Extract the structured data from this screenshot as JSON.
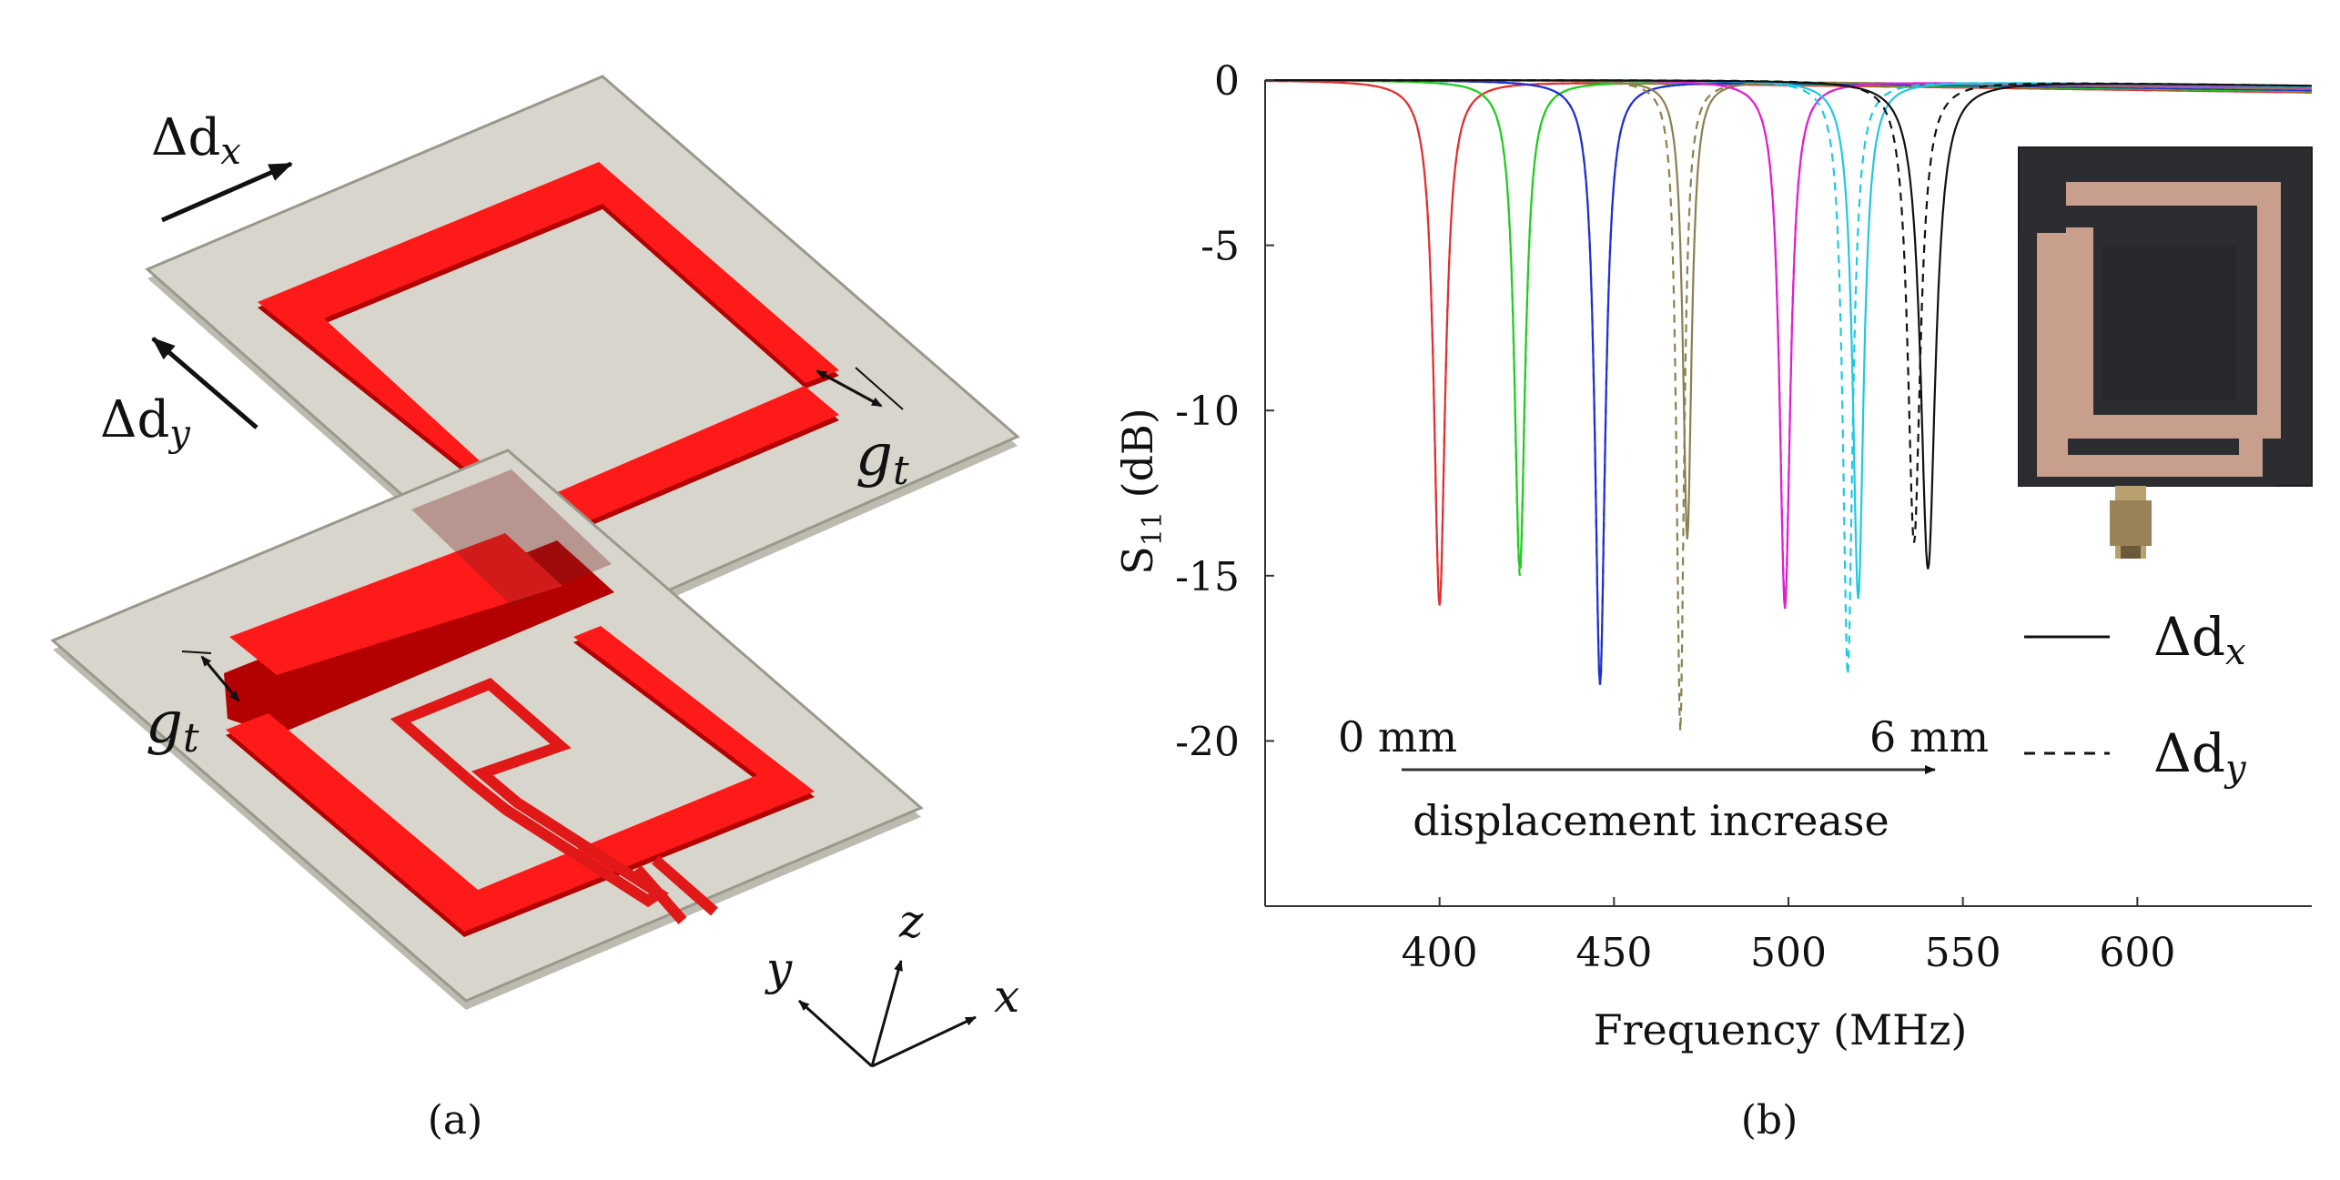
{
  "panel_a": {
    "caption": "(a)",
    "dx_label": "Δd",
    "dx_sub": "x",
    "dy_label": "Δd",
    "dy_sub": "y",
    "gap_label": "g",
    "gap_sub": "t",
    "axis_x": "x",
    "axis_y": "y",
    "axis_z": "z",
    "colors": {
      "substrate": "#d8d6cc",
      "conductor": "#ff1a1a",
      "edge": "#9a988c"
    }
  },
  "panel_b": {
    "caption": "(b)",
    "annotation_start": "0 mm",
    "annotation_end": "6 mm",
    "annotation_text": "displacement increase",
    "legend": [
      {
        "main": "Δd",
        "sub": "x",
        "style": "solid"
      },
      {
        "main": "Δd",
        "sub": "y",
        "style": "dashed"
      }
    ],
    "photo_icon": "antenna-photo-inset"
  },
  "chart_data": {
    "type": "line",
    "xlabel": "Frequency (MHz)",
    "ylabel_main": "S",
    "ylabel_sub": "11",
    "ylabel_unit": " (dB)",
    "xlim": [
      350,
      650
    ],
    "ylim": [
      -25,
      0
    ],
    "xticks": [
      400,
      450,
      500,
      550,
      600
    ],
    "yticks": [
      0,
      -5,
      -10,
      -15,
      -20
    ],
    "ytick_labels": [
      "0",
      "-5",
      "-10",
      "-15",
      "-20"
    ],
    "grid": false,
    "legend_position": "right",
    "series": [
      {
        "color": "#e03030",
        "dash": false,
        "f0": 400,
        "depth": -15.9,
        "width": 2.0
      },
      {
        "color": "#e03030",
        "dash": true,
        "f0": 400,
        "depth": -15.9,
        "width": 2.0
      },
      {
        "color": "#22cc22",
        "dash": false,
        "f0": 423,
        "depth": -14.8,
        "width": 1.9
      },
      {
        "color": "#22cc22",
        "dash": true,
        "f0": 423,
        "depth": -15.0,
        "width": 1.9
      },
      {
        "color": "#2030d0",
        "dash": false,
        "f0": 446,
        "depth": -18.3,
        "width": 1.8
      },
      {
        "color": "#2030d0",
        "dash": true,
        "f0": 446,
        "depth": -18.3,
        "width": 1.8
      },
      {
        "color": "#8a8050",
        "dash": false,
        "f0": 471,
        "depth": -13.9,
        "width": 1.5
      },
      {
        "color": "#8a8050",
        "dash": true,
        "f0": 469,
        "depth": -19.7,
        "width": 1.3
      },
      {
        "color": "#e020d0",
        "dash": false,
        "f0": 499,
        "depth": -16.0,
        "width": 1.9
      },
      {
        "color": "#e020d0",
        "dash": true,
        "f0": 499,
        "depth": -15.8,
        "width": 1.9
      },
      {
        "color": "#20c8e0",
        "dash": false,
        "f0": 520,
        "depth": -15.7,
        "width": 1.9
      },
      {
        "color": "#20c8e0",
        "dash": true,
        "f0": 517,
        "depth": -18.0,
        "width": 1.7
      },
      {
        "color": "#111111",
        "dash": false,
        "f0": 540,
        "depth": -14.8,
        "width": 2.6
      },
      {
        "color": "#111111",
        "dash": true,
        "f0": 536,
        "depth": -14.0,
        "width": 2.2
      }
    ]
  }
}
